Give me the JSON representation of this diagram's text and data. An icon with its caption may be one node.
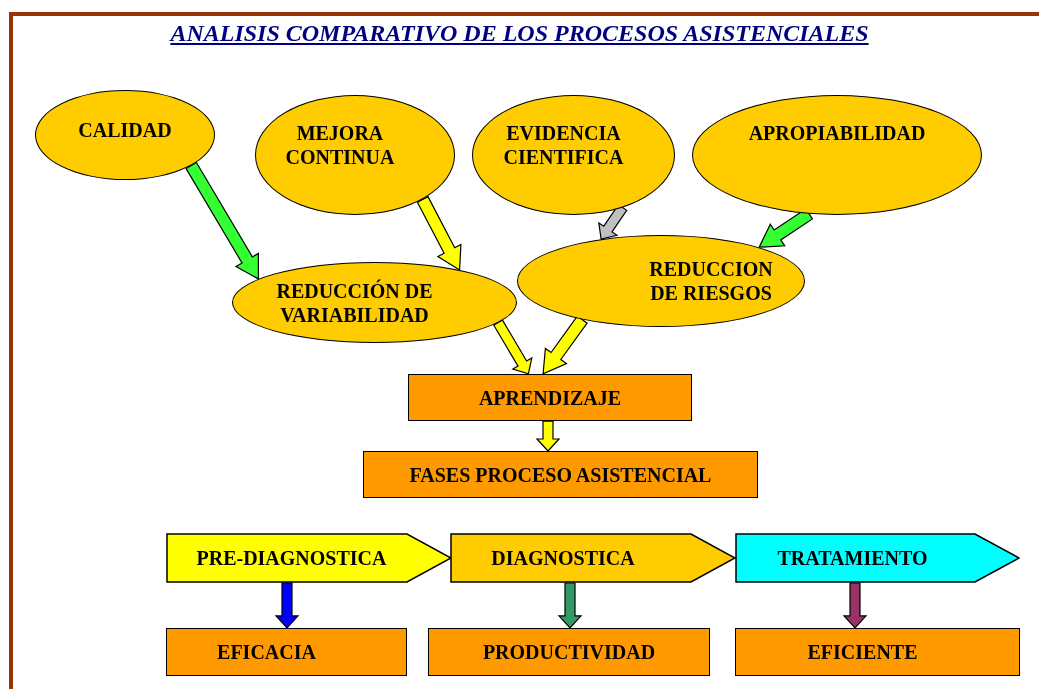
{
  "diagram": {
    "title": "ANALISIS COMPARATIVO DE LOS PROCESOS ASISTENCIALES",
    "nodes": [
      {
        "text": [
          "CALIDAD"
        ]
      },
      {
        "text": [
          "MEJORA CONTINUA"
        ]
      },
      {
        "text": [
          "EVIDENCIA CIENTIFICA"
        ]
      },
      {
        "text": [
          "APROPIABILIDAD"
        ]
      },
      {
        "text": [
          "REDUCCIÓN DE VARIABILIDAD"
        ]
      },
      {
        "text": [
          "REDUCCION DE RIESGOS"
        ]
      },
      {
        "text": [
          "APRENDIZAJE"
        ]
      },
      {
        "text": [
          "FASES PROCESO ASISTENCIAL"
        ]
      },
      {
        "text": [
          "PRE-DIAGNOSTICA"
        ]
      },
      {
        "text": [
          "DIAGNOSTICA"
        ]
      },
      {
        "text": [
          "TRATAMIENTO"
        ]
      },
      {
        "text": [
          "EFICACIA"
        ]
      },
      {
        "text": [
          "PRODUCTIVIDAD"
        ]
      },
      {
        "text": [
          "EFICIENTE"
        ]
      }
    ],
    "edges": [
      {
        "from": 0,
        "to": 4,
        "arrow": "to",
        "color": "#33ff33"
      },
      {
        "from": 1,
        "to": 4,
        "arrow": "to"
      },
      {
        "from": 2,
        "to": 5,
        "arrow": "to",
        "color": "#c0c0c0"
      },
      {
        "from": 3,
        "to": 5,
        "arrow": "to",
        "color": "#33ff33"
      },
      {
        "from": 4,
        "to": 6,
        "arrow": "to"
      },
      {
        "from": 5,
        "to": 6,
        "arrow": "to"
      },
      {
        "from": 6,
        "to": 7,
        "arrow": "to"
      },
      {
        "from": 8,
        "to": 11,
        "arrow": "to",
        "color": "#0000ff"
      },
      {
        "from": 9,
        "to": 12,
        "arrow": "to",
        "color": "#339966"
      },
      {
        "from": 10,
        "to": 13,
        "arrow": "to",
        "color": "#993366"
      }
    ]
  }
}
